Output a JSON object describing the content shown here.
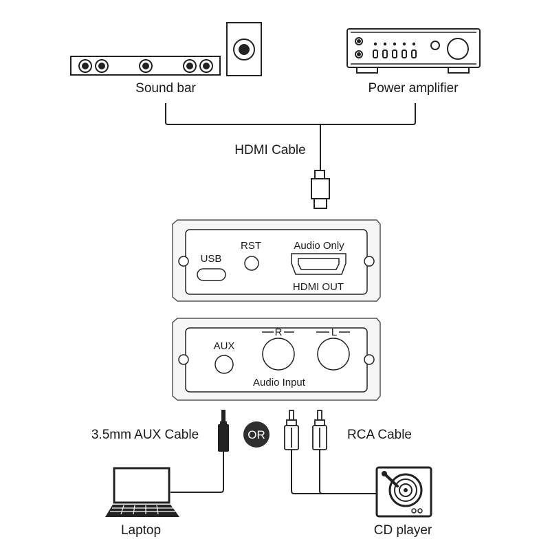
{
  "devices": {
    "sound_bar": "Sound bar",
    "power_amplifier": "Power amplifier",
    "laptop": "Laptop",
    "cd_player": "CD player"
  },
  "cables": {
    "hdmi": "HDMI Cable",
    "aux": "3.5mm AUX Cable",
    "rca": "RCA Cable",
    "or_badge": "OR"
  },
  "top_panel": {
    "usb": "USB",
    "rst": "RST",
    "audio_only": "Audio Only",
    "hdmi_out": "HDMI OUT"
  },
  "bottom_panel": {
    "aux": "AUX",
    "r": "R",
    "l": "L",
    "audio_input": "Audio Input"
  }
}
